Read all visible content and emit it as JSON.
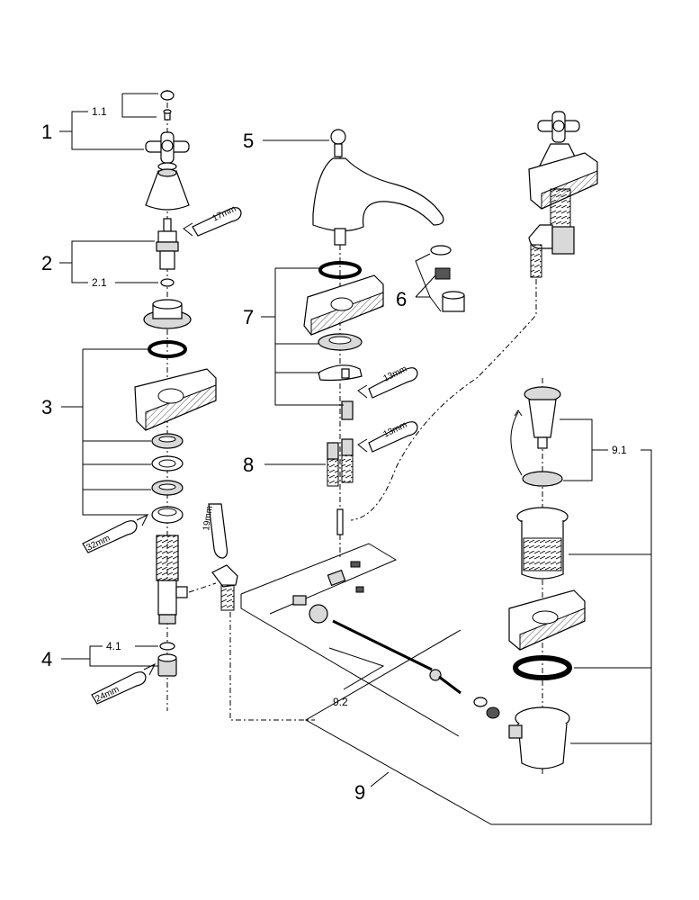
{
  "callouts": {
    "c1": "1",
    "c1_1": "1.1",
    "c2": "2",
    "c2_1": "2.1",
    "c3": "3",
    "c4": "4",
    "c4_1": "4.1",
    "c5": "5",
    "c6": "6",
    "c7": "7",
    "c8": "8",
    "c9": "9",
    "c9_1": "9.1",
    "c9_2": "9.2"
  },
  "wrench_sizes": {
    "w17": "17mm",
    "w13a": "13mm",
    "w13b": "13mm",
    "w19": "19mm",
    "w32": "32mm",
    "w24": "24mm"
  }
}
